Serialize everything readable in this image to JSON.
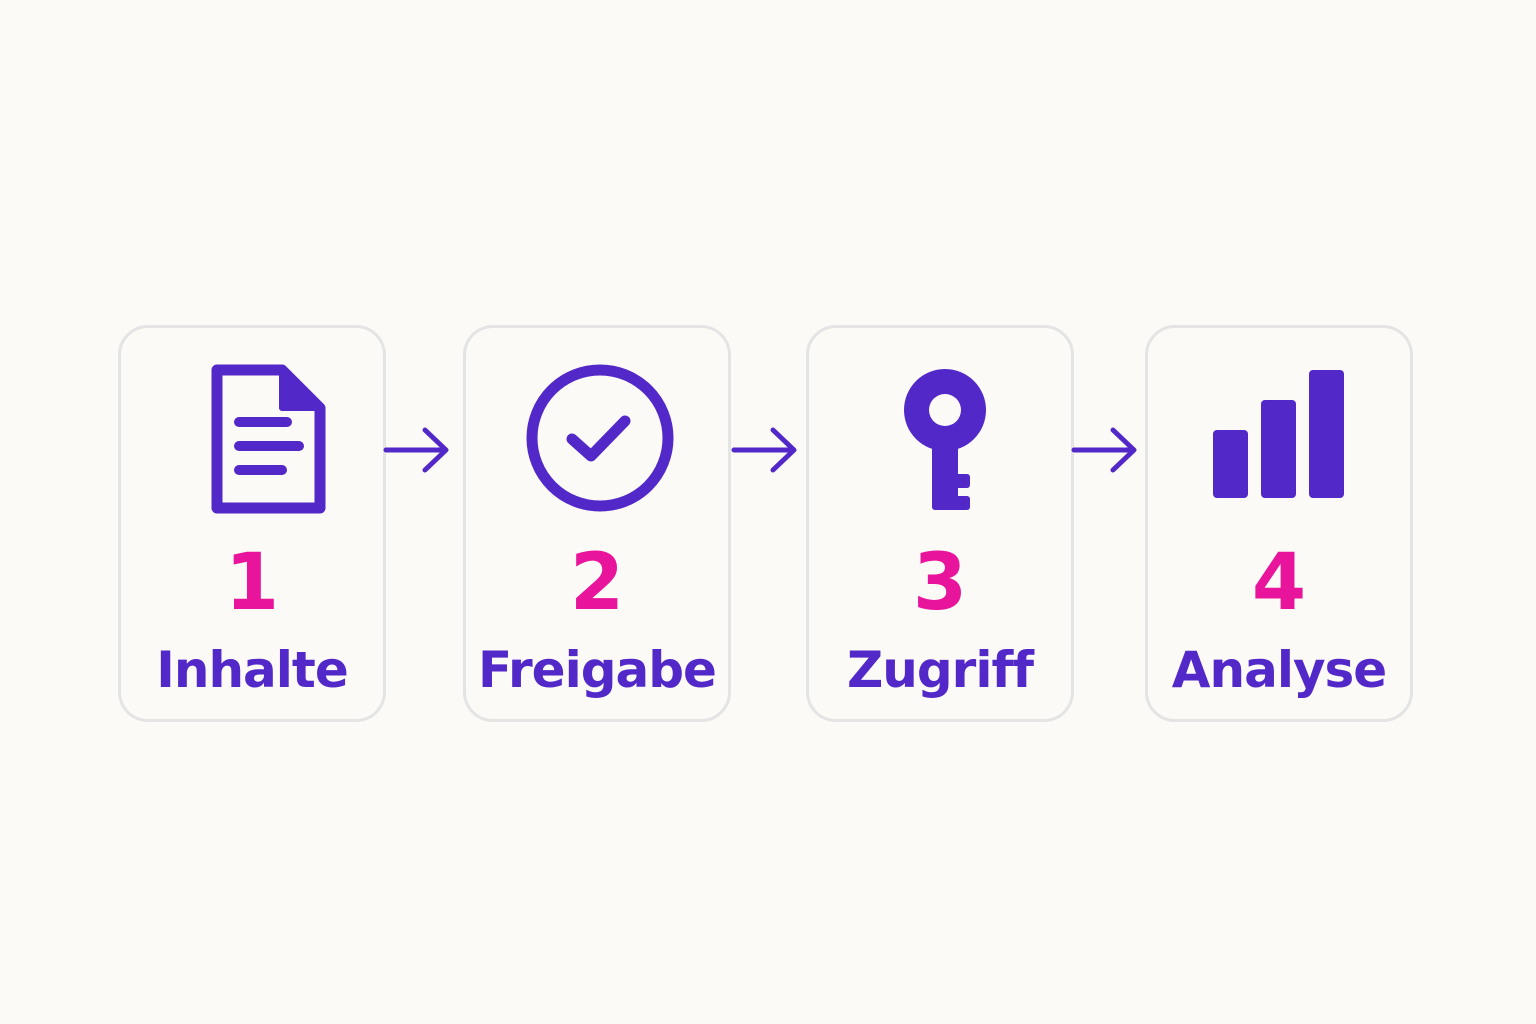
{
  "colors": {
    "background": "#fbfaf6",
    "card_border": "#e4e4e4",
    "icon": "#5328c8",
    "number": "#e8149b",
    "label": "#5328c8"
  },
  "steps": [
    {
      "number": "1",
      "label": "Inhalte",
      "icon": "document-icon"
    },
    {
      "number": "2",
      "label": "Freigabe",
      "icon": "check-circle-icon"
    },
    {
      "number": "3",
      "label": "Zugriff",
      "icon": "key-icon"
    },
    {
      "number": "4",
      "label": "Analyse",
      "icon": "bar-chart-icon"
    }
  ],
  "connectors": [
    {
      "from": "1",
      "to": "2",
      "icon": "arrow-right-icon"
    },
    {
      "from": "2",
      "to": "3",
      "icon": "arrow-right-icon"
    },
    {
      "from": "3",
      "to": "4",
      "icon": "arrow-right-icon"
    }
  ]
}
